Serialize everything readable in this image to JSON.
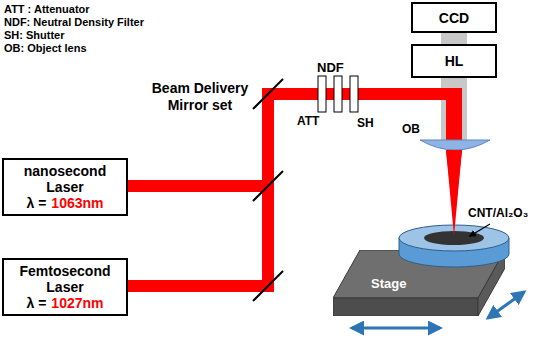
{
  "diagram": {
    "nodes": [
      {
        "text": [
          "CCD"
        ]
      },
      {
        "text": [
          "HL"
        ]
      },
      {
        "text": [
          "nanosecond Laser",
          "λ =",
          "1063nm"
        ]
      },
      {
        "text": [
          "Femtosecond Laser",
          "λ =",
          "1027nm"
        ]
      },
      {
        "text": [
          "Stage"
        ]
      }
    ],
    "labels": [
      "ATT : Attenuator",
      "NDF: Neutral Density Filter",
      "SH: Shutter",
      "OB: Object lens",
      "Beam Delivery Mirror set",
      "NDF",
      "ATT",
      "SH",
      "OB",
      "CNT/Al₂O₃"
    ]
  }
}
